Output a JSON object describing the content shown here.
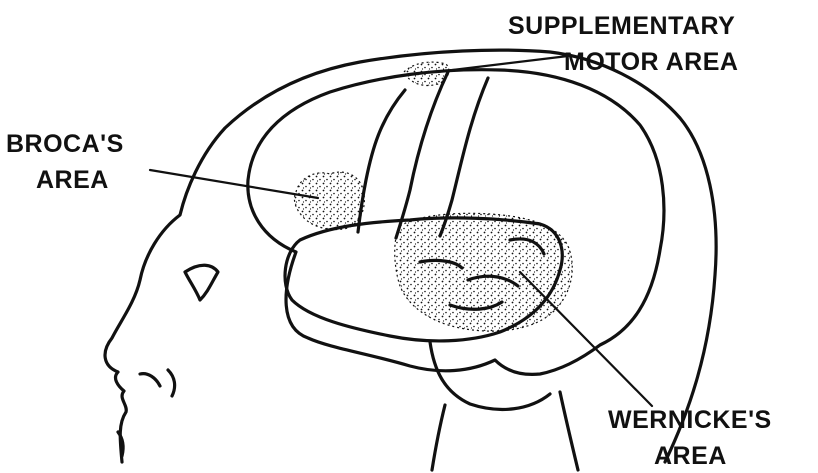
{
  "labels": {
    "supplementary_line1": "SUPPLEMENTARY",
    "supplementary_line2": "MOTOR AREA",
    "broca_line1": "BROCA'S",
    "broca_line2": "AREA",
    "wernicke_line1": "WERNICKE'S",
    "wernicke_line2": "AREA"
  },
  "colors": {
    "ink": "#111111",
    "background": "#ffffff"
  }
}
